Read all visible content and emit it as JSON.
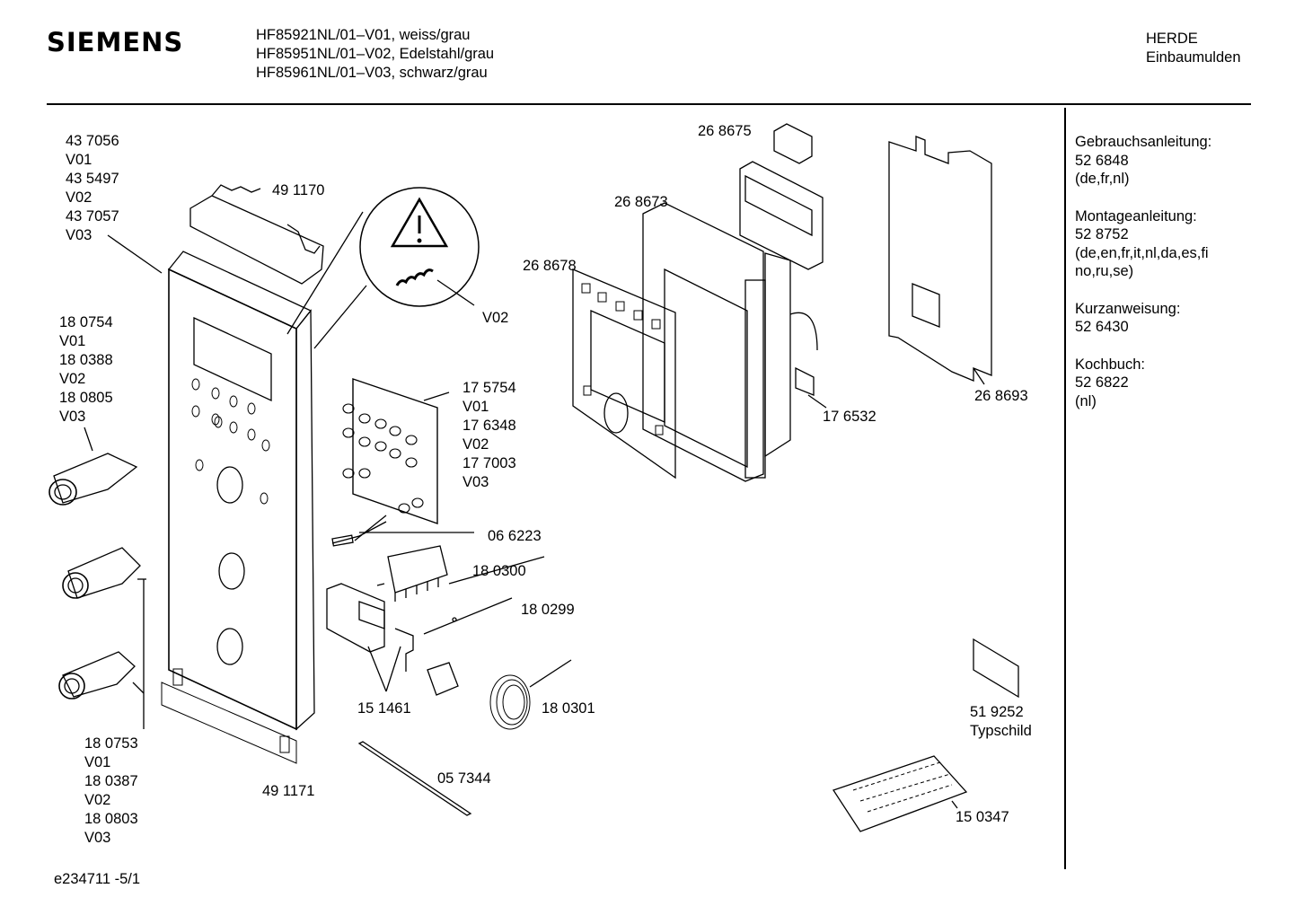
{
  "header": {
    "brand": "SIEMENS",
    "models": [
      "HF85921NL/01–V01, weiss/grau",
      "HF85951NL/01–V02, Edelstahl/grau",
      "HF85961NL/01–V03, schwarz/grau"
    ],
    "category": [
      "HERDE",
      "Einbaumulden"
    ]
  },
  "part_labels": {
    "p437056": [
      "43 7056",
      "V01",
      "43 5497",
      "V02",
      "43 7057",
      "V03"
    ],
    "p491170": "49 1170",
    "v02_spring": "V02",
    "p180754": [
      "18 0754",
      "V01",
      "18 0388",
      "V02",
      "18 0805",
      "V03"
    ],
    "p175754": [
      "17 5754",
      "V01",
      "17 6348",
      "V02",
      "17 7003",
      "V03"
    ],
    "p066223": "06 6223",
    "p180300": "18 0300",
    "p180299": "18 0299",
    "p151461": "15 1461",
    "p180301": "18 0301",
    "p057344": "05 7344",
    "p491171": "49 1171",
    "p180753": [
      "18 0753",
      "V01",
      "18 0387",
      "V02",
      "18 0803",
      "V03"
    ],
    "p268675": "26 8675",
    "p268673": "26 8673",
    "p268678": "26 8678",
    "p176532": "17 6532",
    "p268693": "26 8693",
    "p519252": [
      "51 9252",
      "Typschild"
    ],
    "p150347": "15 0347"
  },
  "documents": [
    {
      "title": "Gebrauchsanleitung:",
      "number": "52 6848",
      "langs": "(de,fr,nl)"
    },
    {
      "title": "Montageanleitung:",
      "number": "52 8752",
      "langs": "(de,en,fr,it,nl,da,es,fi",
      "langs2": "no,ru,se)"
    },
    {
      "title": "Kurzanweisung:",
      "number": "52 6430"
    },
    {
      "title": "Kochbuch:",
      "number": "52 6822",
      "langs": "(nl)"
    }
  ],
  "footer": {
    "doc_id": "e234711 -5/1"
  }
}
